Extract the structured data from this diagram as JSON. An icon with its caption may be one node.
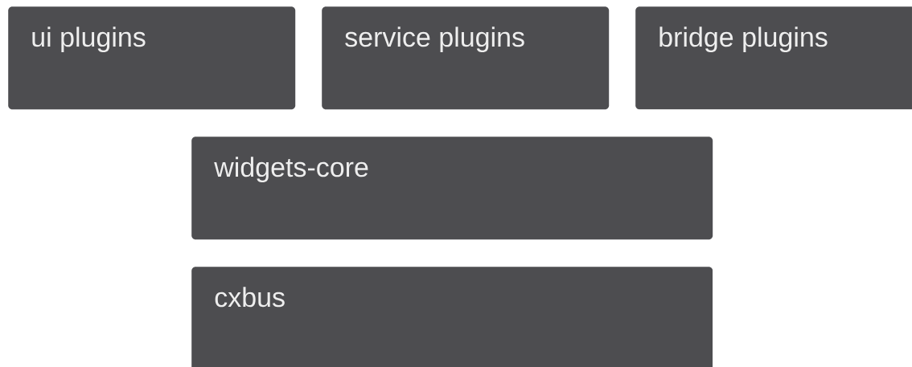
{
  "diagram": {
    "nodes": [
      {
        "text": [
          "ui plugins"
        ]
      },
      {
        "text": [
          "service plugins"
        ]
      },
      {
        "text": [
          "bridge plugins"
        ]
      },
      {
        "text": [
          "widgets-core"
        ]
      },
      {
        "text": [
          "cxbus"
        ]
      }
    ]
  }
}
